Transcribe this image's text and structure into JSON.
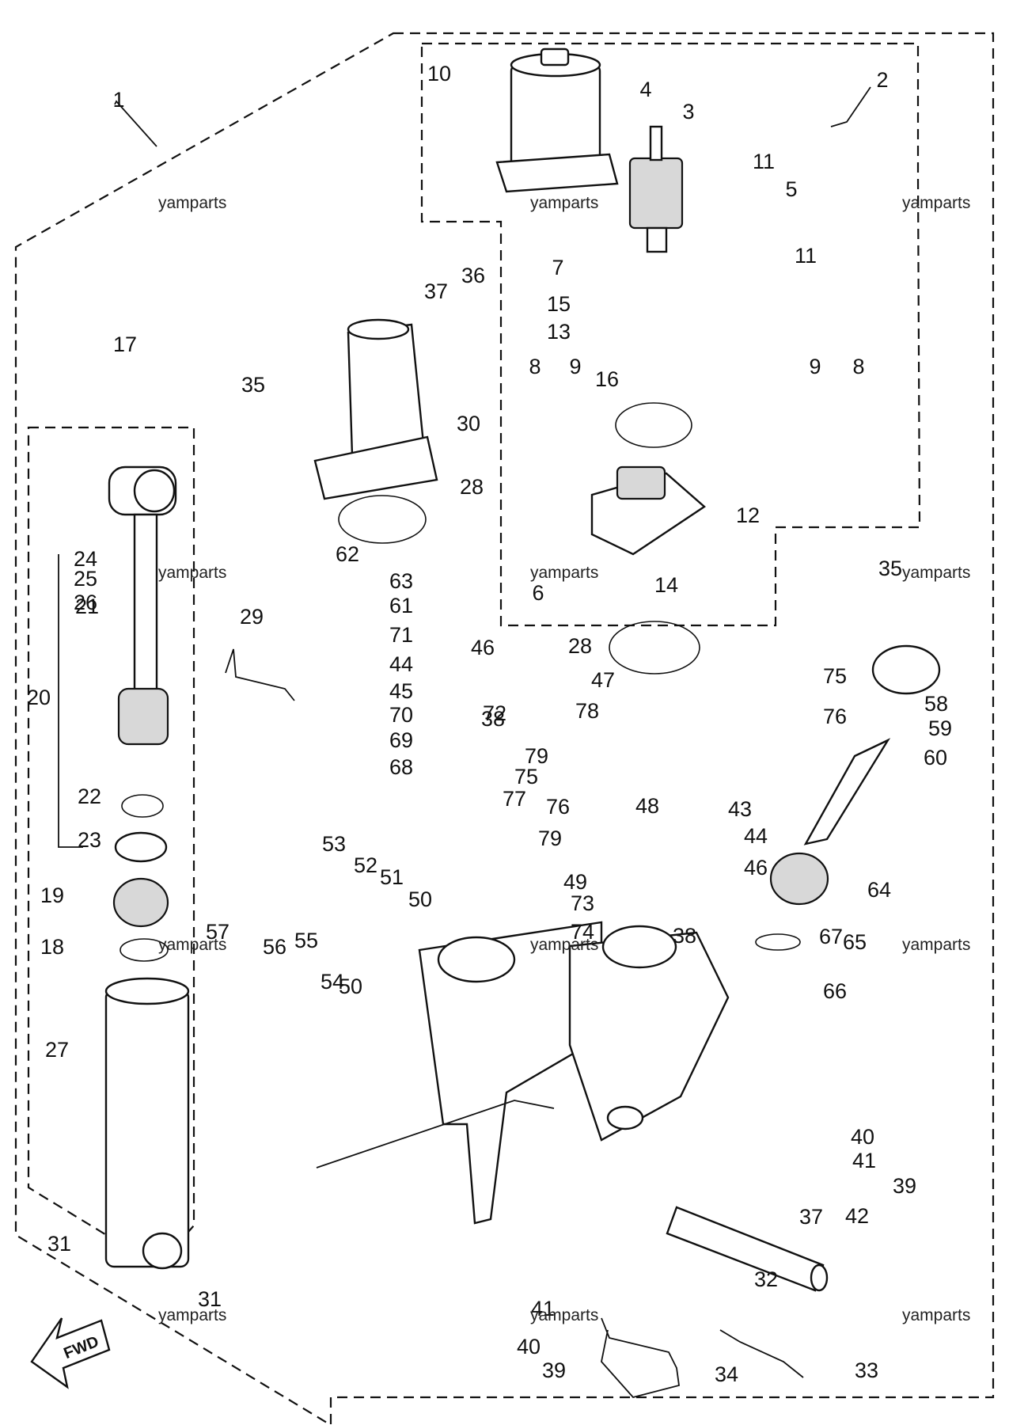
{
  "watermark": "yamparts",
  "fwd_label": "FWD",
  "part_labels": [
    "1",
    "2",
    "3",
    "4",
    "5",
    "6",
    "7",
    "8",
    "8",
    "9",
    "9",
    "10",
    "11",
    "11",
    "12",
    "13",
    "14",
    "15",
    "16",
    "17",
    "18",
    "19",
    "20",
    "21",
    "22",
    "23",
    "24",
    "25",
    "26",
    "27",
    "28",
    "28",
    "29",
    "30",
    "31",
    "31",
    "32",
    "33",
    "34",
    "35",
    "35",
    "36",
    "37",
    "37",
    "38",
    "38",
    "39",
    "39",
    "40",
    "40",
    "41",
    "41",
    "42",
    "43",
    "44",
    "44",
    "45",
    "46",
    "46",
    "47",
    "48",
    "49",
    "50",
    "50",
    "51",
    "52",
    "53",
    "54",
    "55",
    "56",
    "57",
    "58",
    "59",
    "60",
    "61",
    "62",
    "63",
    "64",
    "65",
    "66",
    "67",
    "68",
    "69",
    "70",
    "71",
    "72",
    "73",
    "74",
    "75",
    "75",
    "76",
    "76",
    "77",
    "78",
    "79",
    "79"
  ]
}
